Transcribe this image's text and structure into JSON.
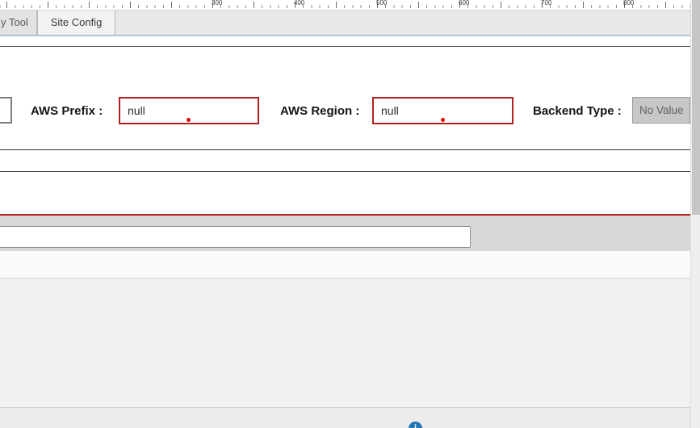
{
  "ruler": {
    "labels": [
      "300",
      "400",
      "500",
      "600",
      "700",
      "800"
    ]
  },
  "tabs": {
    "tool": "y Tool",
    "site_config": "Site Config"
  },
  "form": {
    "aws_prefix": {
      "label": "AWS Prefix :",
      "value": "null"
    },
    "aws_region": {
      "label": "AWS Region :",
      "value": "null"
    },
    "backend_type": {
      "label": "Backend Type :",
      "value": "No Value"
    }
  },
  "inputs": {
    "partial_left_value": "",
    "wide_input_value": ""
  },
  "footer": {
    "info_glyph": "i"
  },
  "colors": {
    "error_border": "#b3201f",
    "validation_dot": "#e00000",
    "tab_underline": "#a9c7e1",
    "red_divider": "#b22222",
    "disabled_field_bg": "#c7c7c7",
    "info_button": "#2277b4"
  }
}
